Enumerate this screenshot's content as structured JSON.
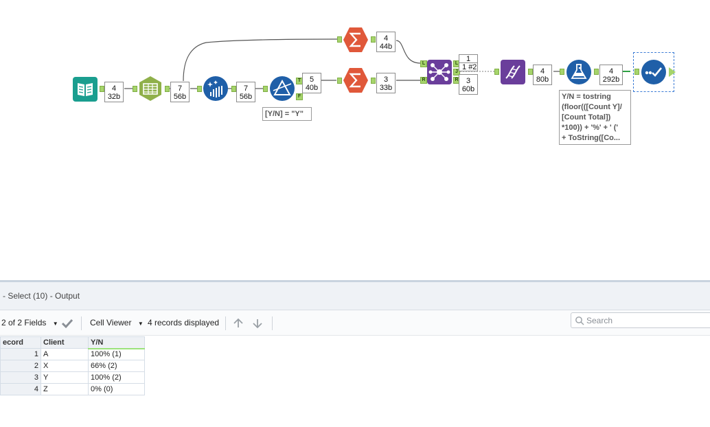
{
  "workflow": {
    "tools": [
      {
        "name": "input-data-tool",
        "icon": "book-icon",
        "color": "#1a9e8f"
      },
      {
        "name": "select-tool",
        "icon": "table-columns-icon",
        "color": "#8fb04a"
      },
      {
        "name": "cleanse-tool",
        "icon": "sparkle-columns-icon",
        "color": "#1f5fa8"
      },
      {
        "name": "filter-tool",
        "icon": "filter-triangle-icon",
        "color": "#1f5fa8"
      },
      {
        "name": "summarize-tool-top",
        "icon": "sigma-icon",
        "color": "#e0583a"
      },
      {
        "name": "summarize-tool-bottom",
        "icon": "sigma-icon",
        "color": "#e0583a"
      },
      {
        "name": "join-tool",
        "icon": "join-network-icon",
        "color": "#6a3e9b"
      },
      {
        "name": "dynamic-tool",
        "icon": "dna-icon",
        "color": "#6a3e9b"
      },
      {
        "name": "formula-tool",
        "icon": "flask-icon",
        "color": "#1f5fa8"
      },
      {
        "name": "select-output-tool",
        "icon": "check-dots-icon",
        "color": "#1f5fa8"
      }
    ],
    "counts": [
      {
        "records": "4",
        "size": "32b"
      },
      {
        "records": "7",
        "size": "56b"
      },
      {
        "records": "7",
        "size": "56b"
      },
      {
        "records": "5",
        "size": "40b"
      },
      {
        "records": "4",
        "size": "44b"
      },
      {
        "records": "3",
        "size": "33b"
      },
      {
        "records": "4",
        "size": "80b"
      },
      {
        "records": "4",
        "size": "292b"
      }
    ],
    "join_counts": {
      "left": "1",
      "join": "1",
      "join_overlay": "#2",
      "right": "3",
      "right_size": "60b"
    },
    "filter_true_label": "T",
    "filter_false_label": "F",
    "join_left_label": "L",
    "join_right_label": "R",
    "join_output_labels": [
      "L",
      "J",
      "R"
    ],
    "filter_annotation": "[Y/N] = \"Y\"",
    "formula_annotation": "Y/N = tostring\n(floor(([Count Y]/\n[Count Total])\n*100)) + '%' + ' ('\n+ ToString([Co..."
  },
  "results": {
    "panel_title": "- Select (10) - Output",
    "fields_label": "2 of 2 Fields",
    "viewer_label": "Cell Viewer",
    "records_label": "4 records displayed",
    "search_placeholder": "Search",
    "columns": [
      "ecord",
      "Client",
      "Y/N"
    ],
    "rows": [
      {
        "record": "1",
        "client": "A",
        "yn": "100% (1)"
      },
      {
        "record": "2",
        "client": "X",
        "yn": "66% (2)"
      },
      {
        "record": "3",
        "client": "Y",
        "yn": "100% (2)"
      },
      {
        "record": "4",
        "client": "Z",
        "yn": "0% (0)"
      }
    ]
  },
  "colors": {
    "accent_green": "#a6d46b",
    "panel_bg": "#eff2f6"
  }
}
